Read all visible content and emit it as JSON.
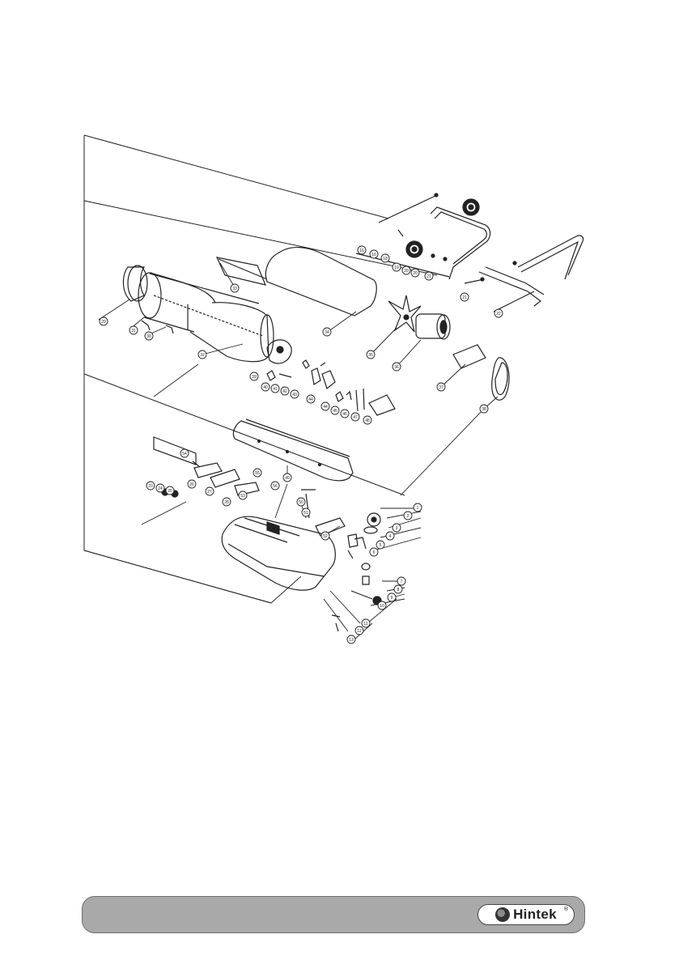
{
  "brand": {
    "name": "Hintek",
    "registered_mark": "®"
  },
  "callout_groups": {
    "top_group": [
      "16",
      "16",
      "18",
      "19",
      "20",
      "20",
      "21",
      "21",
      "22"
    ],
    "body_group": [
      "29",
      "31",
      "30",
      "32",
      "33",
      "34",
      "35",
      "36",
      "37",
      "38",
      "39",
      "40",
      "41",
      "42",
      "43",
      "44",
      "44",
      "45",
      "46",
      "47",
      "48",
      "49",
      "50",
      "51",
      "52"
    ],
    "bottom_group": [
      "1",
      "2",
      "3",
      "4",
      "5",
      "6",
      "7",
      "8",
      "9",
      "10",
      "11",
      "12",
      "13",
      "23",
      "24",
      "25",
      "26",
      "27",
      "28",
      "53",
      "54",
      "55",
      "56"
    ]
  }
}
